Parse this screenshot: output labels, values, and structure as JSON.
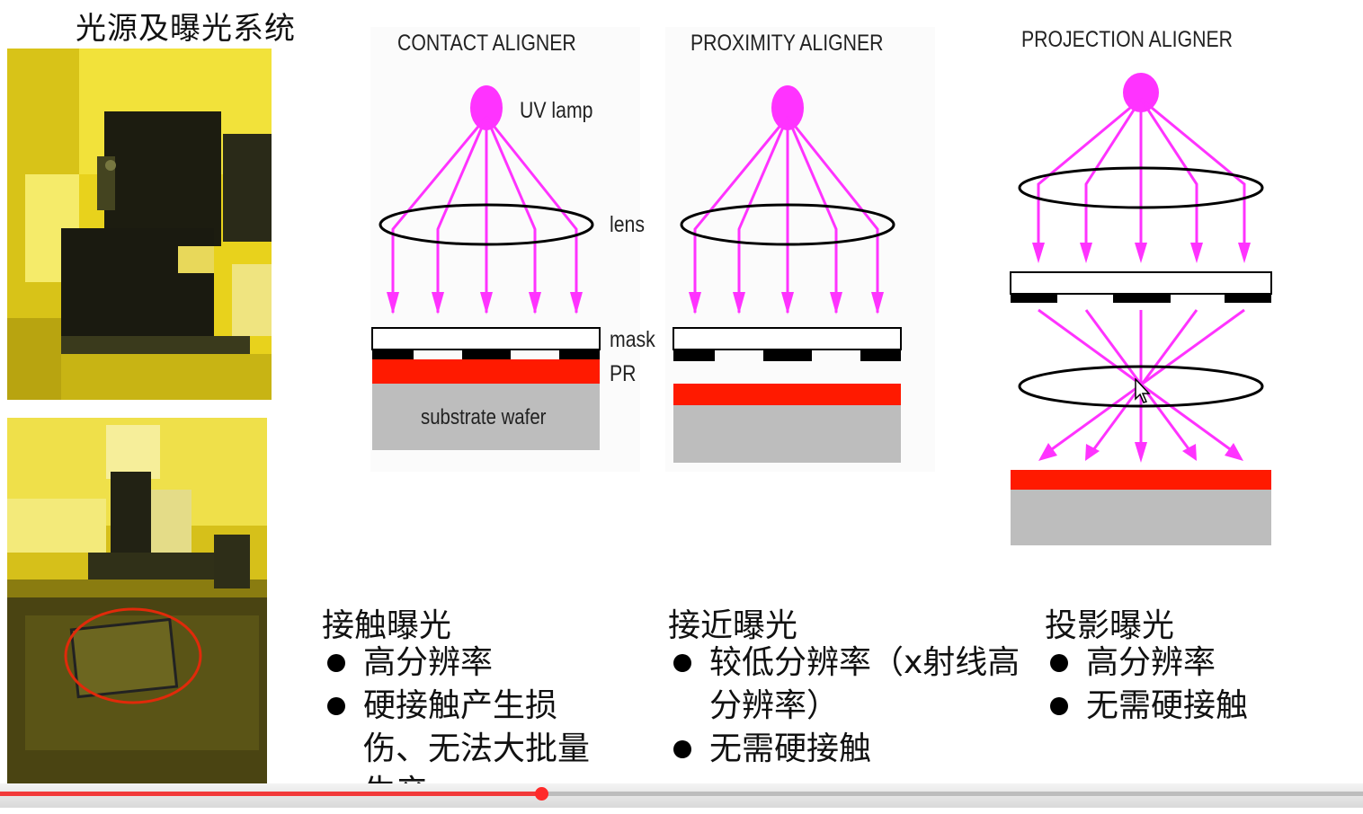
{
  "slide": {
    "title": "光源及曝光系统"
  },
  "aligners": [
    {
      "title": "CONTACT ALIGNER"
    },
    {
      "title": "PROXIMITY ALIGNER"
    },
    {
      "title": "PROJECTION ALIGNER"
    }
  ],
  "labels": {
    "uv_lamp": "UV lamp",
    "lens": "lens",
    "mask": "mask",
    "pr": "PR",
    "substrate": "substrate wafer"
  },
  "sections": [
    {
      "heading": "接触曝光",
      "bullets": [
        "高分辨率",
        "硬接触产生损伤、无法大批量生产"
      ]
    },
    {
      "heading": "接近曝光",
      "bullets": [
        "较低分辨率（x射线高分辨率）",
        "无需硬接触"
      ]
    },
    {
      "heading": "投影曝光",
      "bullets": [
        "高分辨率",
        "无需硬接触"
      ]
    }
  ],
  "colors": {
    "ray": "#ff33ff",
    "lamp": "#ff33ff",
    "photoresist": "#ff1a00",
    "substrate": "#bdbdbd",
    "mask_chrome": "#000000",
    "progress": "#f23a3a"
  },
  "player": {
    "progress_fraction": 0.397
  }
}
